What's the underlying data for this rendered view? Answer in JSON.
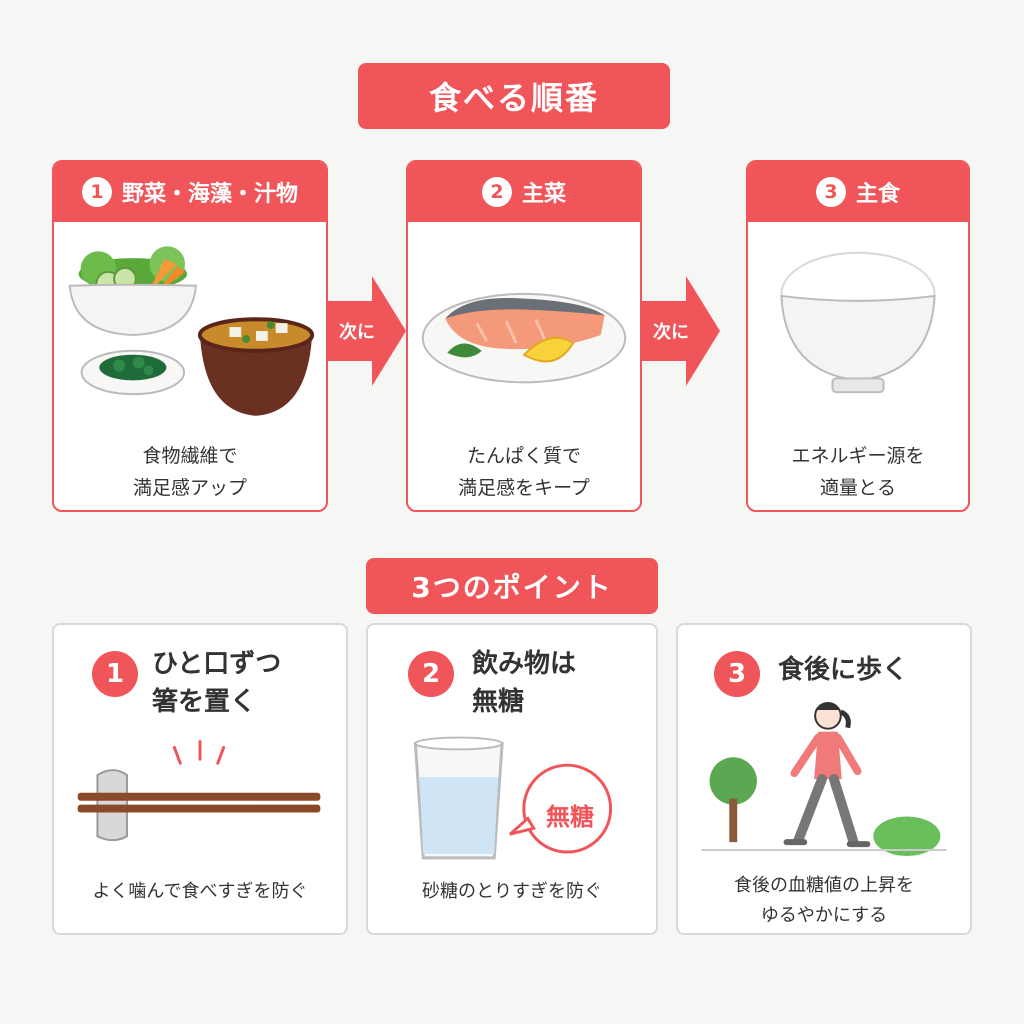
{
  "title": "食べる順番",
  "steps": [
    {
      "number": "1",
      "title": "野菜・海藻・汁物",
      "lines": [
        "食物繊維で",
        "満足感アップ"
      ]
    },
    {
      "number": "2",
      "title": "主菜",
      "lines": [
        "たんぱく質で",
        "満足感をキープ"
      ]
    },
    {
      "number": "3",
      "title": "主食",
      "lines": [
        "エネルギー源を",
        "適量とる"
      ]
    }
  ],
  "arrows": [
    "次に",
    "次に"
  ],
  "points_title": "3つのポイント",
  "points": [
    {
      "number": "1",
      "title_lines": [
        "ひと口ずつ",
        "箸を置く"
      ],
      "caption_lines": [
        "よく噛んで食べすぎを防ぐ"
      ]
    },
    {
      "number": "2",
      "title_lines": [
        "飲み物は",
        "無糖"
      ],
      "caption_lines": [
        "砂糖のとりすぎを防ぐ"
      ],
      "bubble": "無糖"
    },
    {
      "number": "3",
      "title_lines": [
        "食後に歩く"
      ],
      "caption_lines": [
        "食後の血糖値の上昇を",
        "ゆるやかにする"
      ]
    }
  ],
  "icons": [
    "salad-bowl-icon",
    "seaweed-bowl-icon",
    "miso-soup-icon",
    "grilled-salmon-icon",
    "rice-bowl-icon",
    "chopsticks-icon",
    "water-glass-icon",
    "walking-woman-icon",
    "tree-icon",
    "bush-icon"
  ],
  "colors": {
    "accent": "#f0555a",
    "background": "#f6f6f5",
    "card_border": "#d9d9d9"
  }
}
